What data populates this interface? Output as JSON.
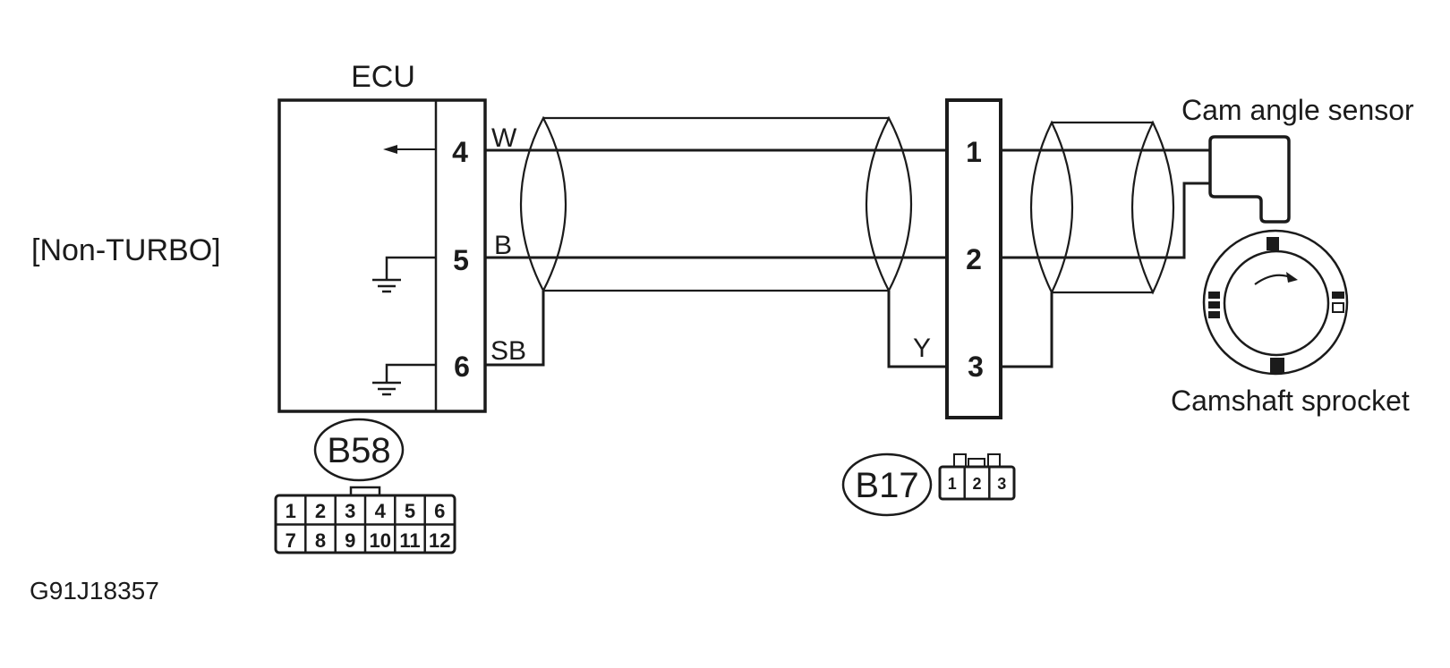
{
  "variant_label": "[Non-TURBO]",
  "figure_code": "G91J18357",
  "ecu": {
    "title": "ECU",
    "pin_numbers": [
      "4",
      "5",
      "6"
    ],
    "wire_labels": [
      "W",
      "B",
      "SB"
    ]
  },
  "inline_connector": {
    "pin_numbers": [
      "1",
      "2",
      "3"
    ],
    "shield_wire_label": "Y"
  },
  "callouts": {
    "ecu_connector_id": "B58",
    "sensor_connector_id": "B17"
  },
  "b58_grid": {
    "pins": [
      "1",
      "2",
      "3",
      "4",
      "5",
      "6",
      "7",
      "8",
      "9",
      "10",
      "11",
      "12"
    ]
  },
  "b17_plug": {
    "pins": [
      "1",
      "2",
      "3"
    ]
  },
  "sensor_label": "Cam angle sensor",
  "sprocket_label": "Camshaft sprocket",
  "colors": {
    "ink": "#1b1b1b",
    "paper": "#ffffff"
  }
}
